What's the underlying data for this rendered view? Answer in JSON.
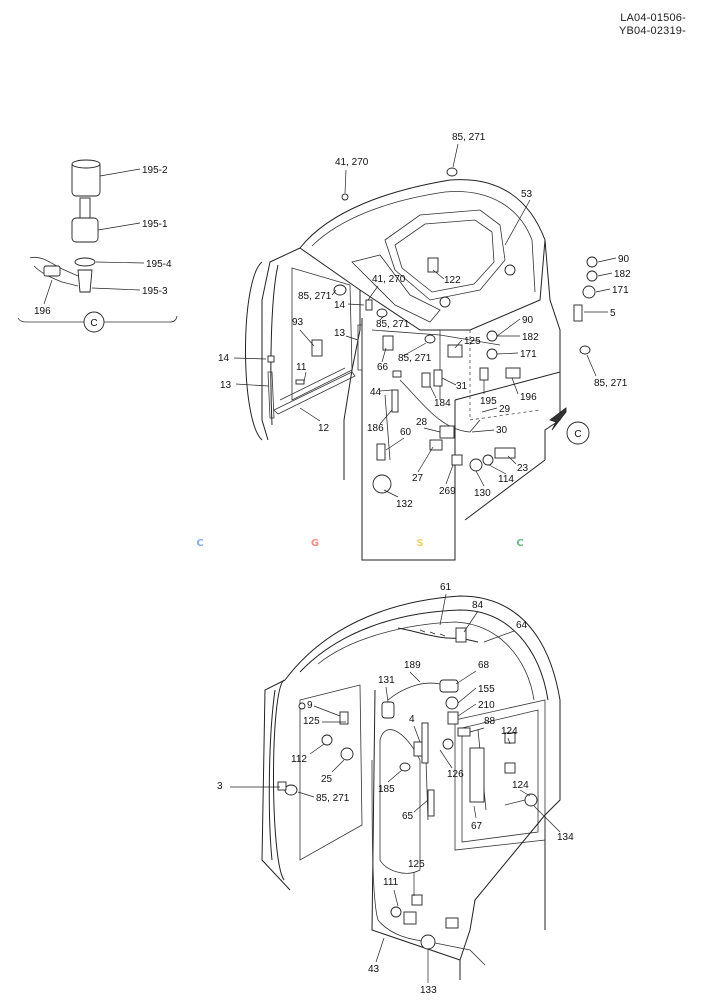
{
  "doc_codes": [
    "LA04-01506-",
    "YB04-02319-"
  ],
  "watermark": {
    "letters": [
      "C",
      "G",
      "S",
      "C"
    ],
    "colors": [
      "#7fa8ee",
      "#f08c80",
      "#f5cf62",
      "#5fb683"
    ]
  },
  "view_letter": "C",
  "callouts": {
    "upper": [
      "195-2",
      "195-1",
      "195-4",
      "195-3",
      "196",
      "41, 270",
      "85, 271",
      "53",
      "90",
      "182",
      "171",
      "5",
      "85, 271",
      "122",
      "41, 270",
      "85, 271",
      "14",
      "85, 271",
      "93",
      "13",
      "14",
      "13",
      "11",
      "12",
      "66",
      "85, 271",
      "125",
      "171",
      "182",
      "90",
      "184",
      "31",
      "195",
      "196",
      "44",
      "29",
      "186",
      "60",
      "28",
      "30",
      "23",
      "27",
      "269",
      "130",
      "114",
      "132"
    ],
    "lower": [
      "61",
      "84",
      "64",
      "189",
      "68",
      "131",
      "9",
      "125",
      "155",
      "210",
      "4",
      "124",
      "88",
      "112",
      "25",
      "3",
      "85, 271",
      "185",
      "126",
      "65",
      "67",
      "124",
      "134",
      "125",
      "111",
      "43",
      "133"
    ]
  }
}
